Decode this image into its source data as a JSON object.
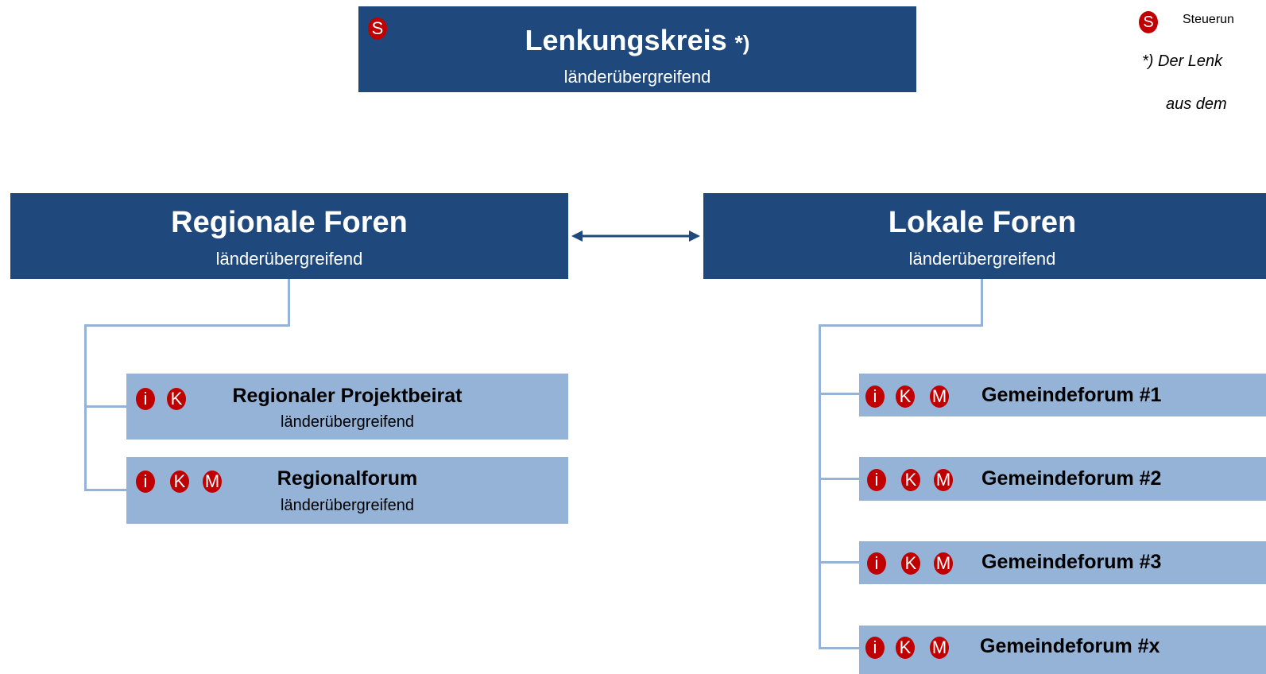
{
  "legend": {
    "badge_letter": "S",
    "steuerung_text": "Steuerun",
    "note_line1": "*) Der Lenk",
    "note_line2": "aus dem"
  },
  "lenkungskreis": {
    "badge": "S",
    "title": "Lenkungskreis",
    "title_suffix": "*)",
    "subtitle": "länderübergreifend"
  },
  "regionale_foren": {
    "title": "Regionale Foren",
    "subtitle": "länderübergreifend",
    "children": [
      {
        "title": "Regionaler Projektbeirat",
        "subtitle": "länderübergreifend",
        "badges": [
          "i",
          "K"
        ]
      },
      {
        "title": "Regionalforum",
        "subtitle": "länderübergreifend",
        "badges": [
          "i",
          "K",
          "M"
        ]
      }
    ]
  },
  "lokale_foren": {
    "title": "Lokale Foren",
    "subtitle": "länderübergreifend",
    "children": [
      {
        "title": "Gemeindeforum #1",
        "badges": [
          "i",
          "K",
          "M"
        ]
      },
      {
        "title": "Gemeindeforum #2",
        "badges": [
          "i",
          "K",
          "M"
        ]
      },
      {
        "title": "Gemeindeforum #3",
        "badges": [
          "i",
          "K",
          "M"
        ]
      },
      {
        "title": "Gemeindeforum #x",
        "badges": [
          "i",
          "K",
          "M"
        ]
      }
    ]
  },
  "colors": {
    "dark_box": "#1f497d",
    "light_box": "#95b3d7",
    "badge": "#c00000",
    "connector": "#95b3d7",
    "arrow": "#1f497d"
  }
}
